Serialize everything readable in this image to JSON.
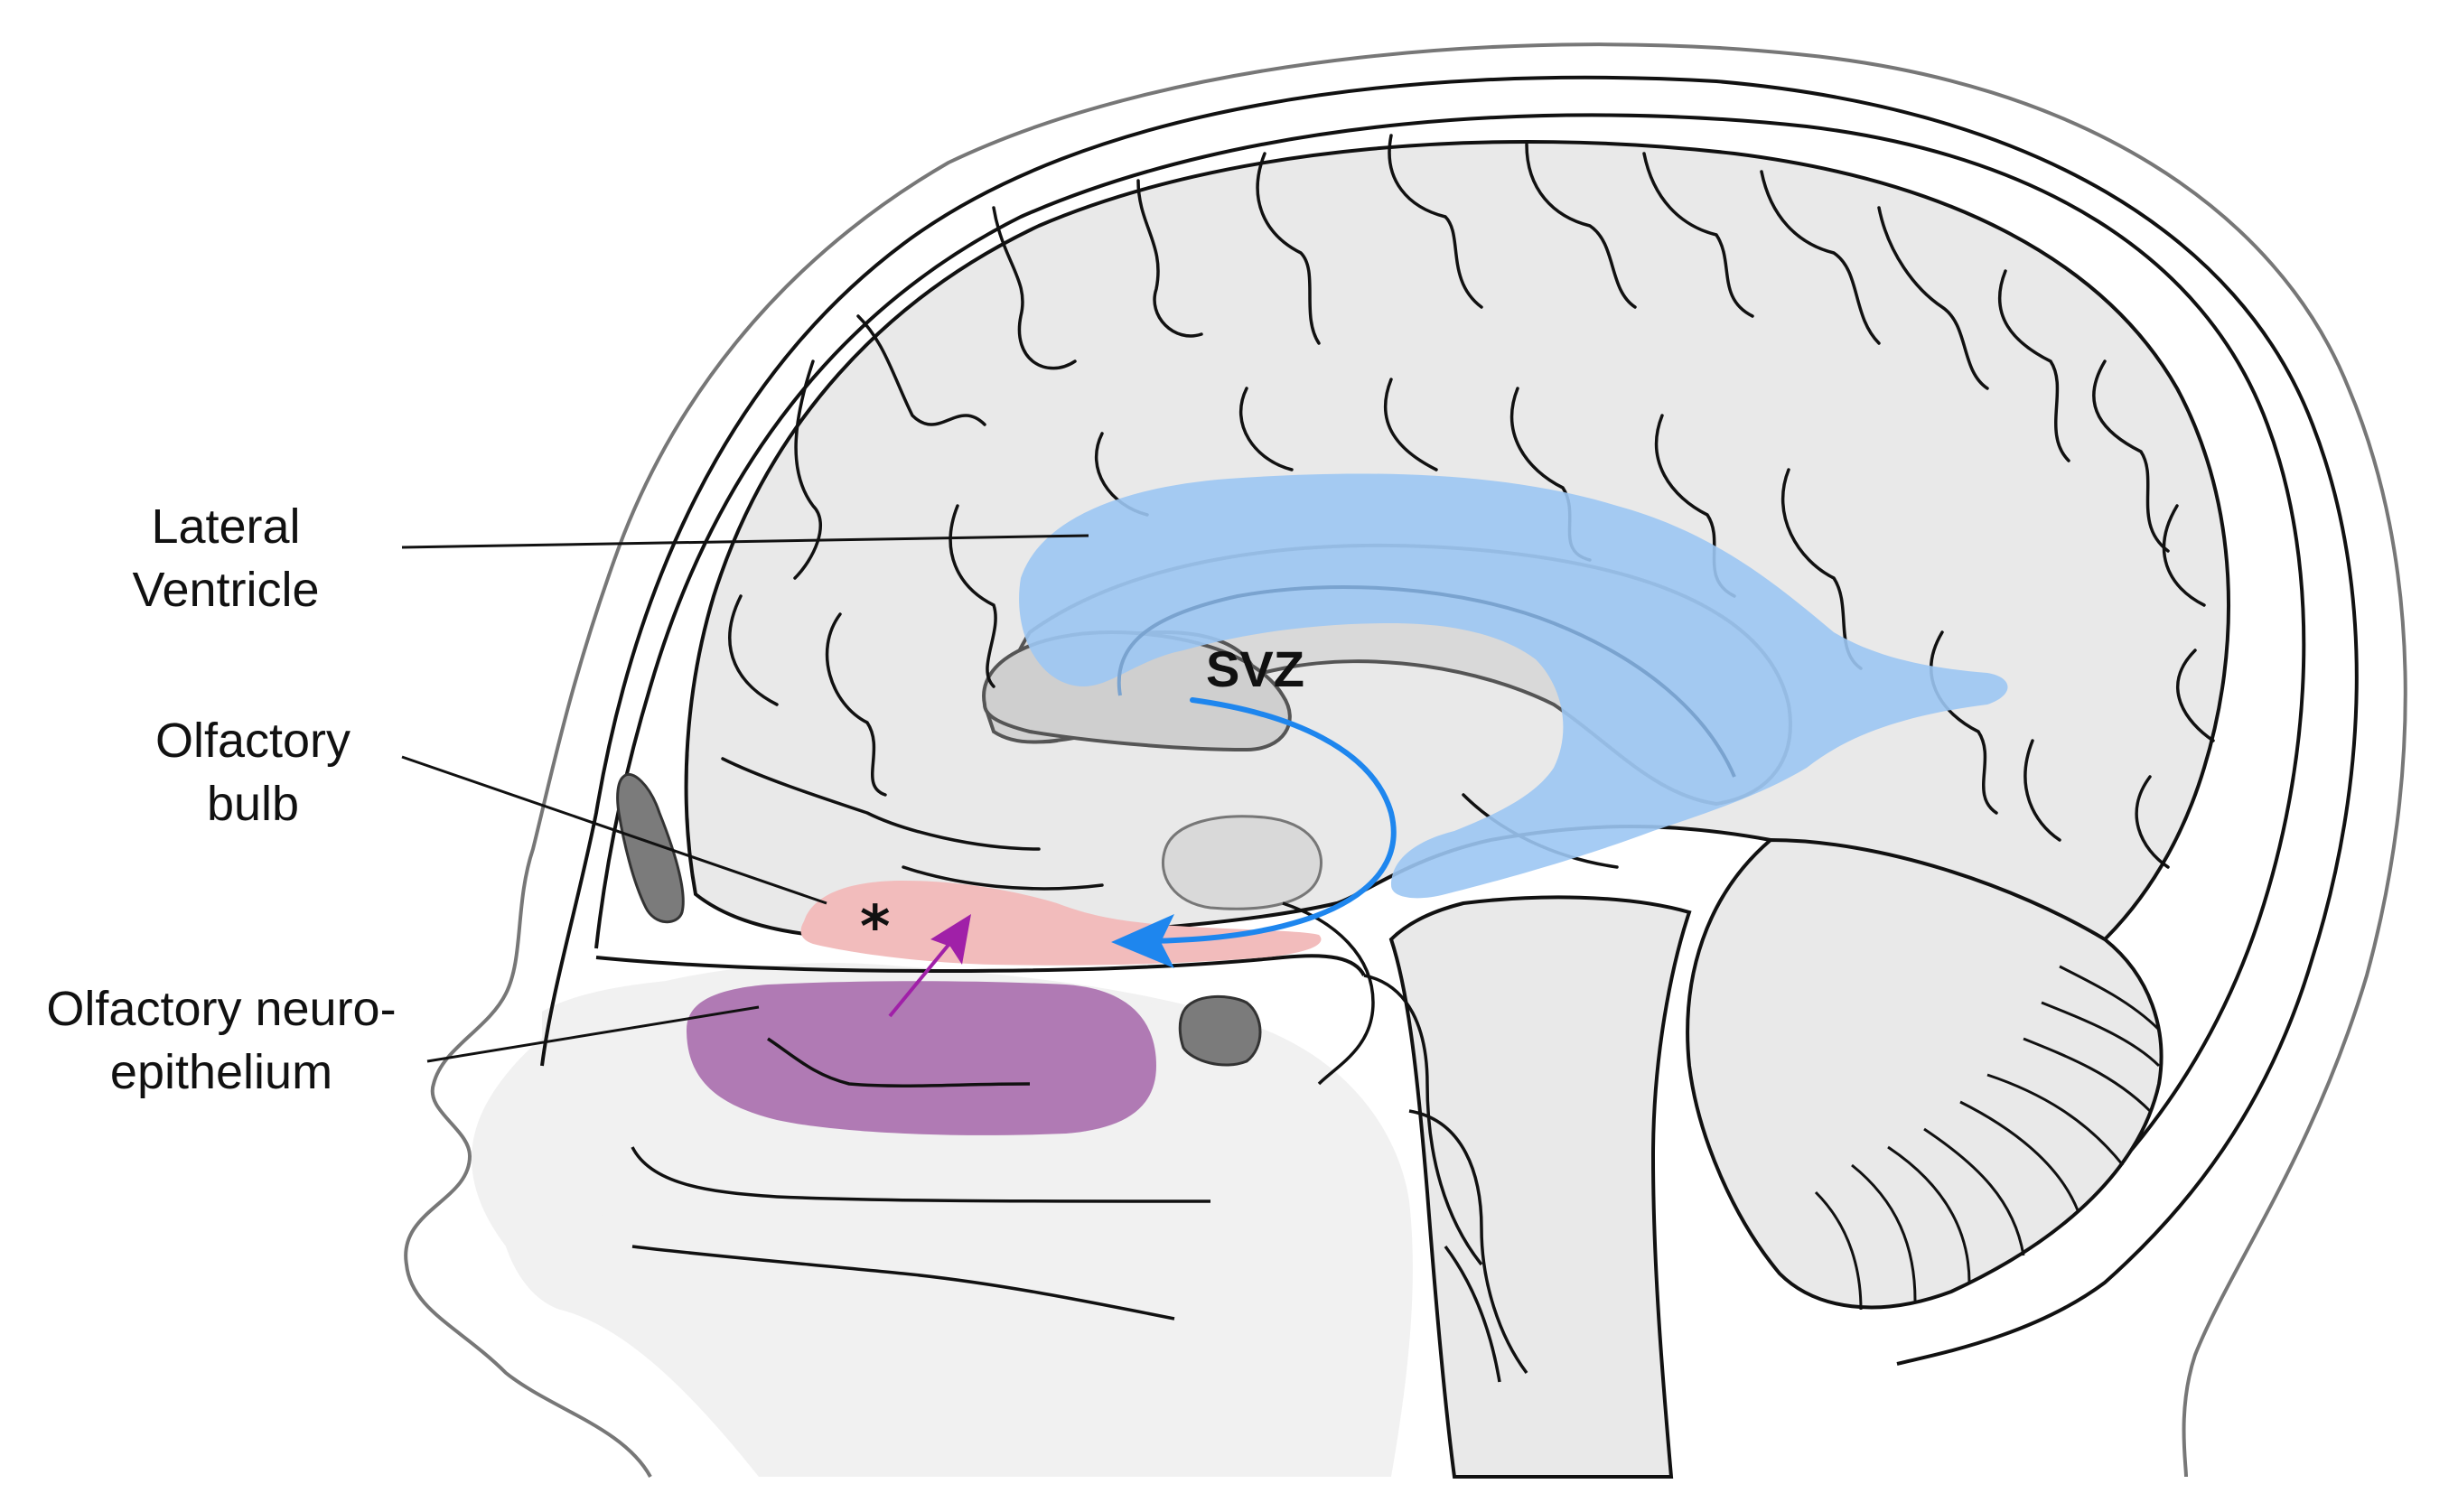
{
  "labels": {
    "lateral_ventricle_line1": "Lateral",
    "lateral_ventricle_line2": "Ventricle",
    "olfactory_bulb_line1": "Olfactory",
    "olfactory_bulb_line2": "bulb",
    "neuroepithelium_line1": "Olfactory neuro-",
    "neuroepithelium_line2": "epithelium",
    "svz": "SVZ",
    "asterisk": "*"
  },
  "colors": {
    "brain_fill": "#e9e9e9",
    "head_fill": "#f1f1f1",
    "ventricle_blue": "#9cc6f3",
    "dark_grey": "#7b7b7b",
    "olfactory_bulb_pink": "#f2bcbc",
    "neuroepithelium_purple": "#b07ab4",
    "migration_arrow_blue": "#1e86ee",
    "purple_arrow": "#a020a8"
  },
  "icons": {
    "migration_arrow": "curved-arrow",
    "neuroepithelium_arrow": "straight-arrow"
  }
}
